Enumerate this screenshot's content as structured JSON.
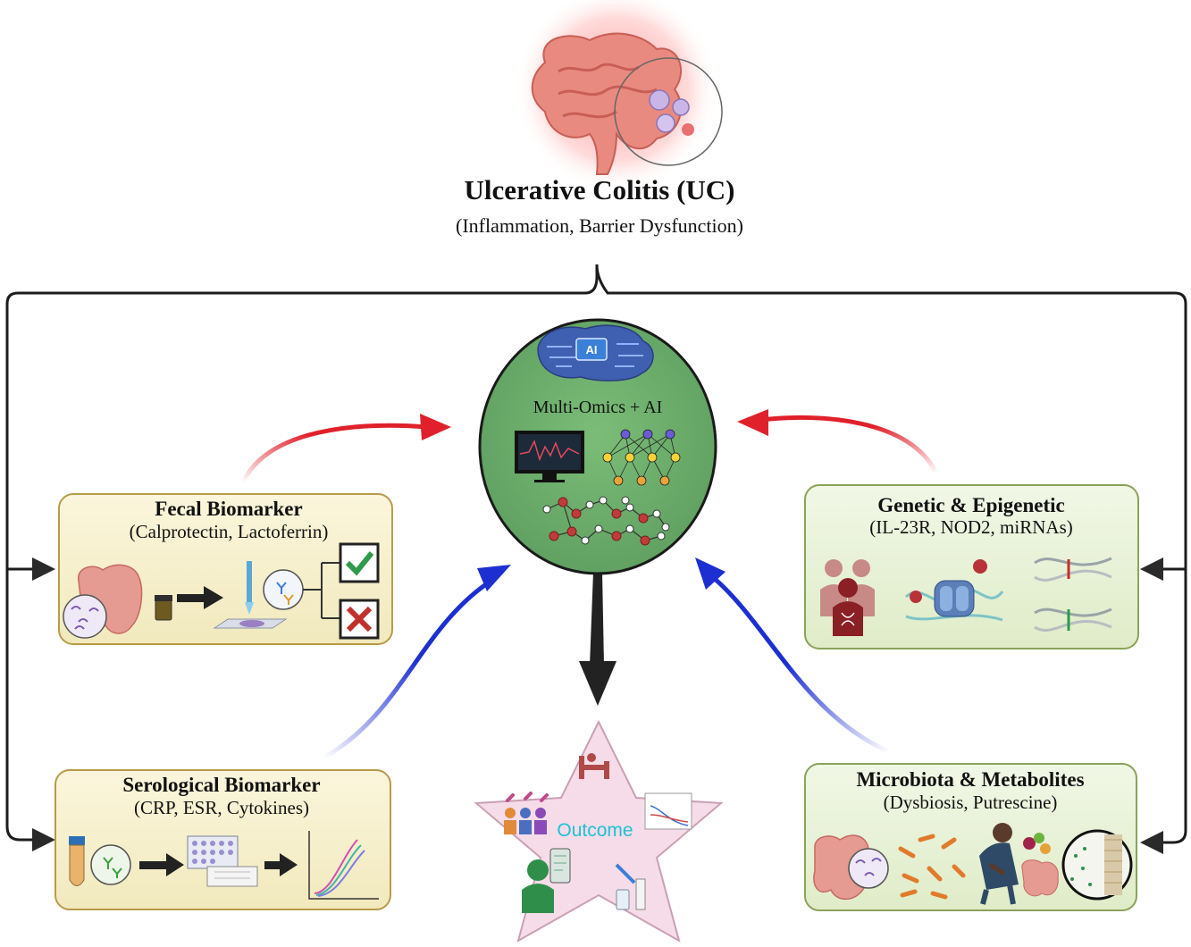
{
  "header": {
    "title": "Ulcerative Colitis (UC)",
    "subtitle": "(Inflammation, Barrier Dysfunction)"
  },
  "center": {
    "title": "Multi-Omics + AI",
    "ai_badge": "AI"
  },
  "boxes": {
    "fecal": {
      "title": "Fecal Biomarker",
      "subtitle": "(Calprotectin, Lactoferrin)"
    },
    "serological": {
      "title": "Serological Biomarker",
      "subtitle": "(CRP, ESR, Cytokines)"
    },
    "genetic": {
      "title": "Genetic & Epigenetic",
      "subtitle": "(IL-23R, NOD2, miRNAs)"
    },
    "microbiota": {
      "title": "Microbiota & Metabolites",
      "subtitle": "(Dysbiosis, Putrescine)"
    }
  },
  "outcome": {
    "label": "Outcome"
  },
  "colors": {
    "fecal_box": "#f6f1cf",
    "genetic_box": "#e9f2d6",
    "center_circle": "#69a96a",
    "red_arrow": "#e0212b",
    "blue_arrow": "#1d2fd1",
    "star_fill": "#f6dce8"
  }
}
